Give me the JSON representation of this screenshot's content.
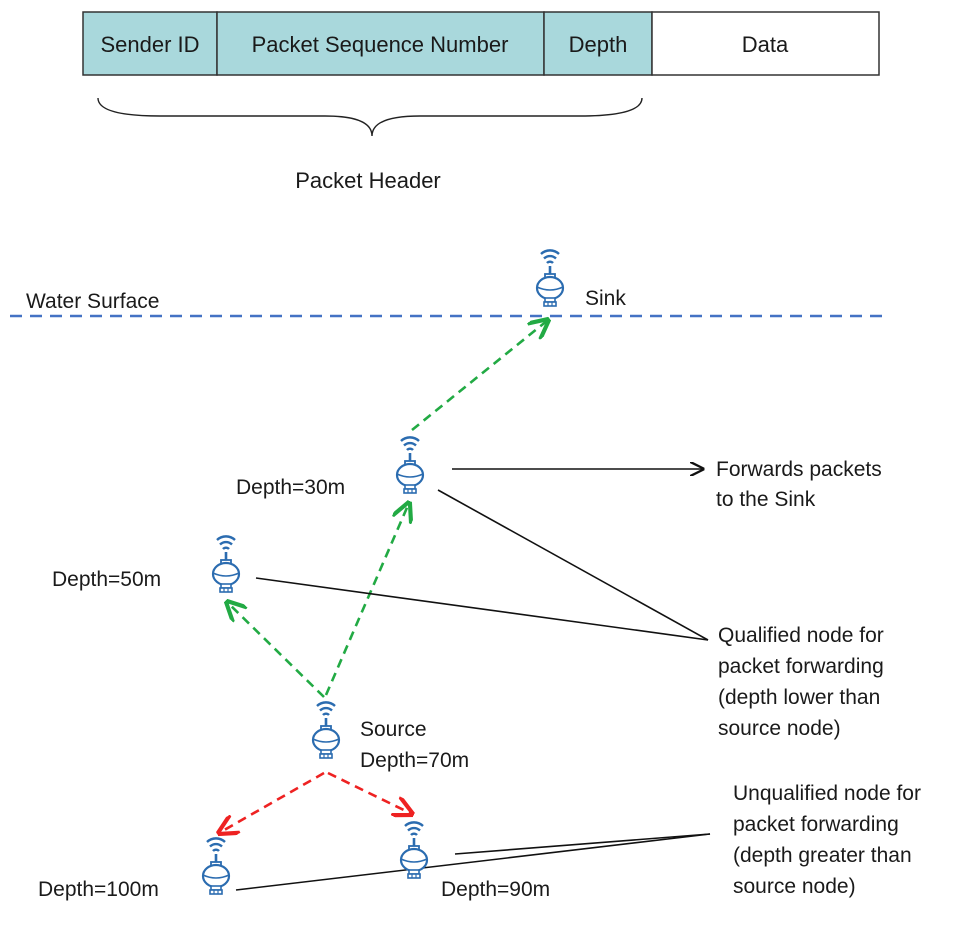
{
  "packet_format": {
    "fields": [
      {
        "label": "Sender ID",
        "header": true
      },
      {
        "label": "Packet Sequence Number",
        "header": true
      },
      {
        "label": "Depth",
        "header": true
      },
      {
        "label": "Data",
        "header": false
      }
    ],
    "brace_label": "Packet Header"
  },
  "water_surface_label": "Water Surface",
  "nodes": {
    "sink": {
      "label": "Sink"
    },
    "n30": {
      "label": "Depth=30m"
    },
    "n50": {
      "label": "Depth=50m"
    },
    "source": {
      "label1": "Source",
      "label2": "Depth=70m"
    },
    "n90": {
      "label": "Depth=90m"
    },
    "n100": {
      "label": "Depth=100m"
    }
  },
  "annotations": {
    "forwards": [
      "Forwards packets",
      "to the Sink"
    ],
    "qualified": [
      "Qualified node for",
      "packet forwarding",
      "(depth lower than",
      "source node)"
    ],
    "unqualified": [
      "Unqualified node for",
      "packet forwarding",
      "(depth greater than",
      "source node)"
    ]
  },
  "colors": {
    "header_fill": "#a9d8dc",
    "water_line": "#4472c4",
    "green_arrow": "#22aa44",
    "red_arrow": "#ee2222",
    "node_blue": "#2b6cb0"
  }
}
